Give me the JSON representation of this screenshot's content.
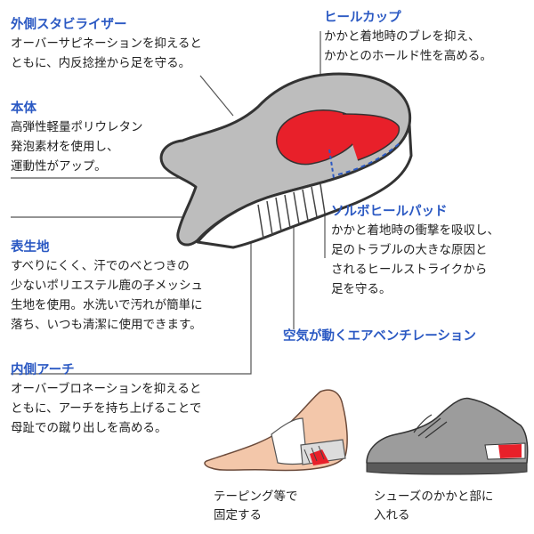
{
  "callouts": {
    "outer_stabilizer": {
      "title": "外側スタビライザー",
      "lines": [
        "オーバーサピネーションを抑えると",
        "ともに、内反捻挫から足を守る。"
      ]
    },
    "heel_cup": {
      "title": "ヒールカップ",
      "lines": [
        "かかと着地時のブレを抑え、",
        "かかとのホールド性を高める。"
      ]
    },
    "body": {
      "title": "本体",
      "lines": [
        "高弾性軽量ポリウレタン",
        "発泡素材を使用し、",
        "運動性がアップ。"
      ]
    },
    "sorbo_heel_pad": {
      "title": "ソルボヒールパッド",
      "lines": [
        "かかと着地時の衝撃を吸収し、",
        "足のトラブルの大きな原因と",
        "されるヒールストライクから",
        "足を守る。"
      ]
    },
    "surface_fabric": {
      "title": "表生地",
      "lines": [
        "すべりにくく、汗でのべとつきの",
        "少ないポリエステル鹿の子メッシュ",
        "生地を使用。水洗いで汚れが簡単に",
        "落ち、いつも清潔に使用できます。"
      ]
    },
    "air_ventilation": {
      "title": "空気が動くエアベンチレーション"
    },
    "inner_arch": {
      "title": "内側アーチ",
      "lines": [
        "オーバーブロネーションを抑えると",
        "ともに、アーチを持ち上げることで",
        "母趾での蹴り出しを高める。"
      ]
    }
  },
  "captions": {
    "taping": [
      "テーピング等で",
      "固定する"
    ],
    "shoe": [
      "シューズのかかと部に",
      "入れる"
    ]
  },
  "colors": {
    "title_blue": "#2b59c3",
    "pad_red": "#e8202a",
    "insole_gray": "#b8b8b8",
    "line_gray": "#555555"
  }
}
